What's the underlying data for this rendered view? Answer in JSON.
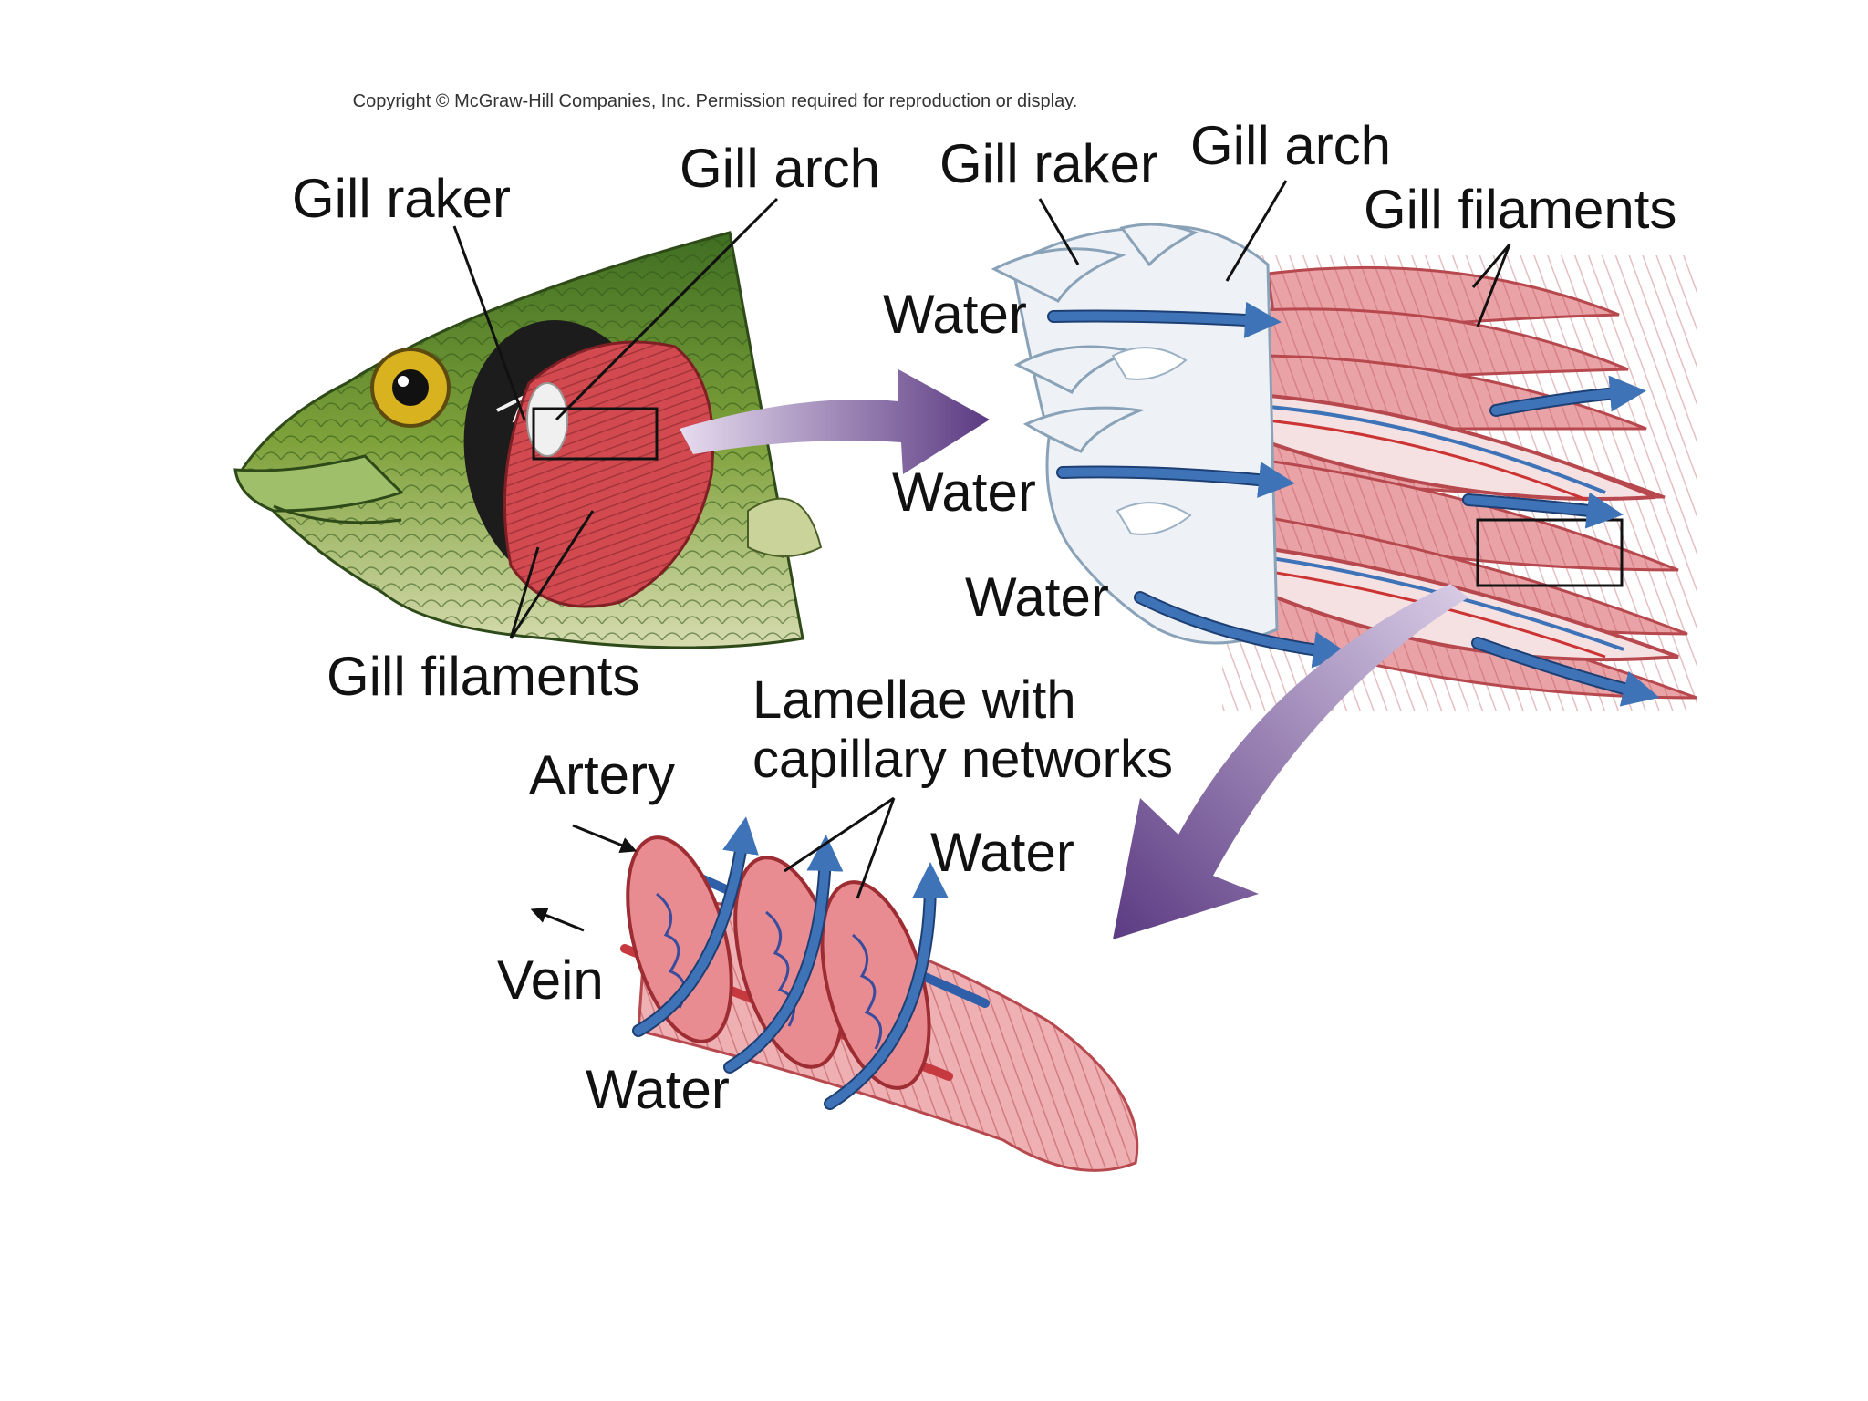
{
  "copyright": "Copyright © McGraw-Hill Companies, Inc. Permission required for reproduction or display.",
  "labels": {
    "head_gill_raker": "Gill raker",
    "head_gill_arch": "Gill arch",
    "head_gill_filaments": "Gill filaments",
    "detail_gill_raker": "Gill raker",
    "detail_gill_arch": "Gill arch",
    "detail_gill_filaments": "Gill filaments",
    "water_1": "Water",
    "water_2": "Water",
    "water_3": "Water",
    "lamellae_line1": "Lamellae with",
    "lamellae_line2": "capillary networks",
    "artery": "Artery",
    "vein": "Vein",
    "water_lamella_top": "Water",
    "water_lamella_bottom": "Water"
  },
  "colors": {
    "fish_green": "#4f7d2a",
    "gill_red": "#d24a4f",
    "filament_pink": "#e9a2a6",
    "water_blue": "#3f73b8",
    "transition_arrow": "#6e4a8f"
  }
}
